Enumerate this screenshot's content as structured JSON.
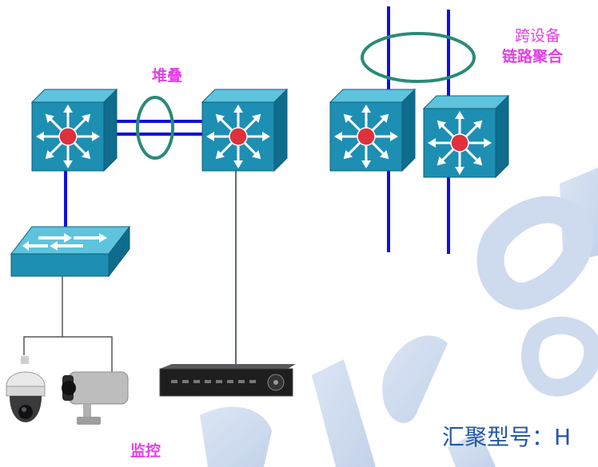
{
  "labels": {
    "stack": "堆叠",
    "cross_device_line1": "跨设备",
    "cross_device_line2": "链路聚合",
    "monitor": "监控",
    "aggregation_model": "汇聚型号：H"
  },
  "icons": {
    "l3_switch": "l3-switch-icon",
    "l2_switch": "l2-switch-icon",
    "dome_camera": "dome-camera-icon",
    "bullet_camera": "bullet-camera-icon",
    "nvr": "nvr-icon"
  },
  "colors": {
    "switch_face": "#1d8fb3",
    "switch_top": "#5ec3dd",
    "switch_side": "#0f6c8c",
    "link_blue": "#1010e0",
    "aggregation_ring": "#2a8a78",
    "label_magenta": "#e43fe6",
    "model_text": "#2458a6",
    "watermark": "#c8d6ee"
  }
}
